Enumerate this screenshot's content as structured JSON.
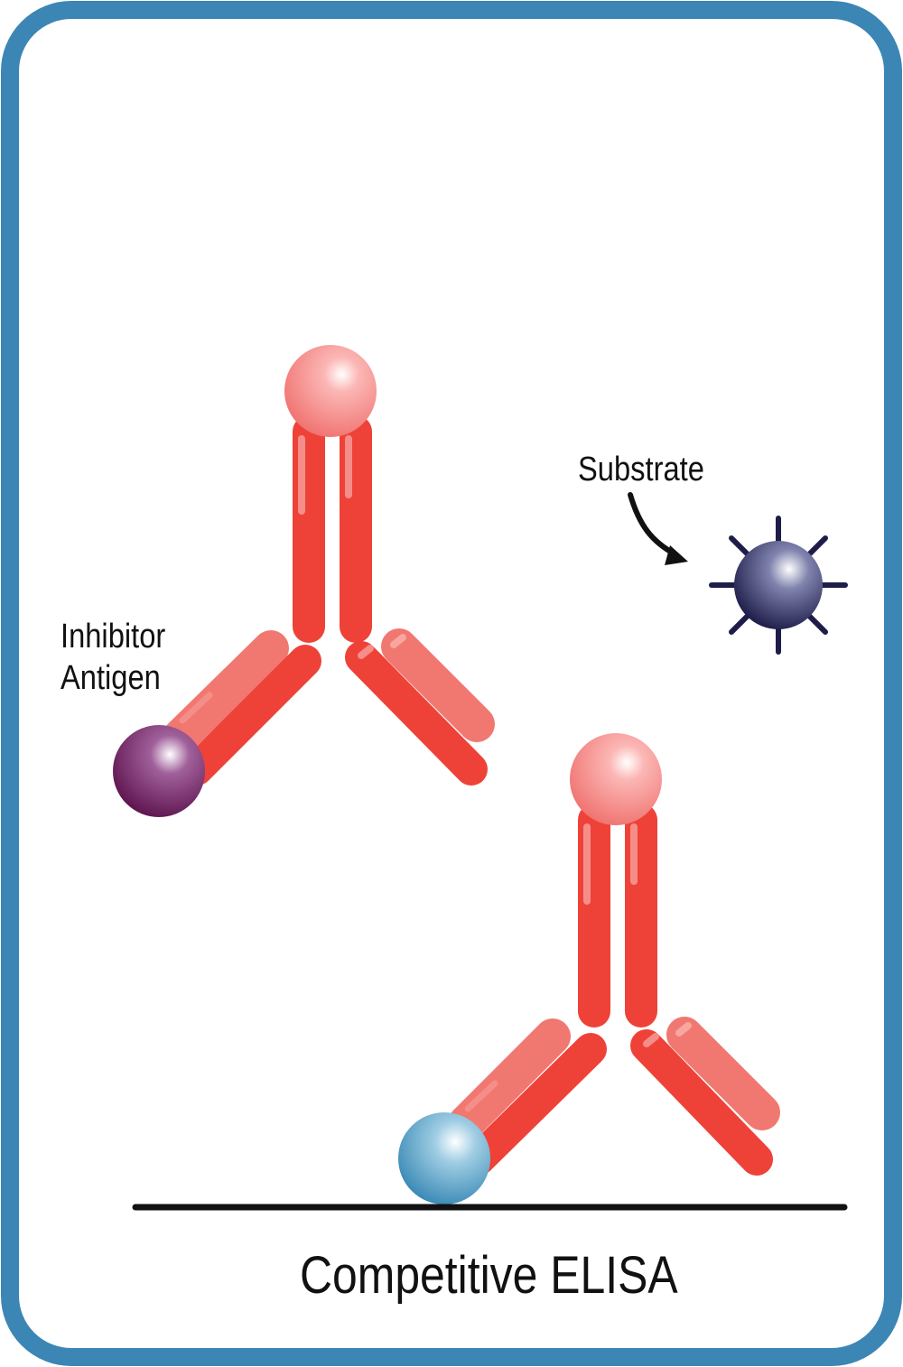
{
  "labels": {
    "inhibitor_line1": "Inhibitor",
    "inhibitor_line2": "Antigen",
    "substrate": "Substrate",
    "title": "Competitive ELISA"
  },
  "colors": {
    "frame": "#3b86b4",
    "heavy_chain": "#ee4238",
    "light_chain": "#f07870",
    "enzyme": "#f27d7b",
    "inhibitor_antigen": "#6a1a55",
    "substrate": "#1e1d4a",
    "bound_antigen": "#3e8fbc",
    "surface": "#111111"
  },
  "icons": {
    "antibody": "antibody-icon",
    "enzyme": "enzyme-sphere-icon",
    "inhibitor": "inhibitor-antigen-sphere-icon",
    "bound_antigen": "bound-antigen-sphere-icon",
    "substrate": "substrate-spiky-sphere-icon",
    "arrow": "curved-arrow-icon"
  }
}
